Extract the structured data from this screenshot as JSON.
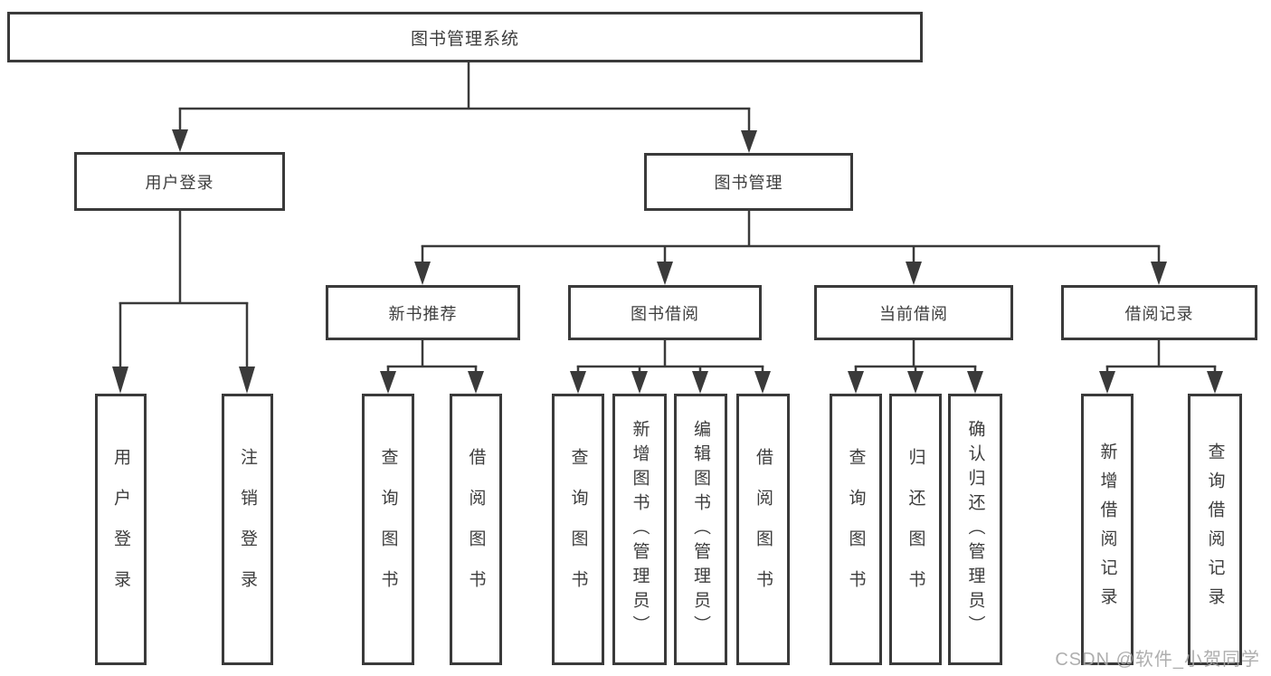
{
  "tree": {
    "root": "图书管理系统",
    "children": [
      {
        "label": "用户登录",
        "children": [
          {
            "label": "用户登录"
          },
          {
            "label": "注销登录"
          }
        ]
      },
      {
        "label": "图书管理",
        "children": [
          {
            "label": "新书推荐",
            "children": [
              {
                "label": "查询图书"
              },
              {
                "label": "借阅图书"
              }
            ]
          },
          {
            "label": "图书借阅",
            "children": [
              {
                "label": "查询图书"
              },
              {
                "label": "新增图书（管理员）"
              },
              {
                "label": "编辑图书（管理员）"
              },
              {
                "label": "借阅图书"
              }
            ]
          },
          {
            "label": "当前借阅",
            "children": [
              {
                "label": "查询图书"
              },
              {
                "label": "归还图书"
              },
              {
                "label": "确认归还（管理员）"
              }
            ]
          },
          {
            "label": "借阅记录",
            "children": [
              {
                "label": "新增借阅记录"
              },
              {
                "label": "查询借阅记录"
              }
            ]
          }
        ]
      }
    ]
  },
  "watermark": {
    "text": "CSDN @软件_小贺同学"
  },
  "colors": {
    "line": "#3a3a3a",
    "text": "#3d3d3d",
    "watermark": "#a6a6a6",
    "background": "#ffffff"
  }
}
